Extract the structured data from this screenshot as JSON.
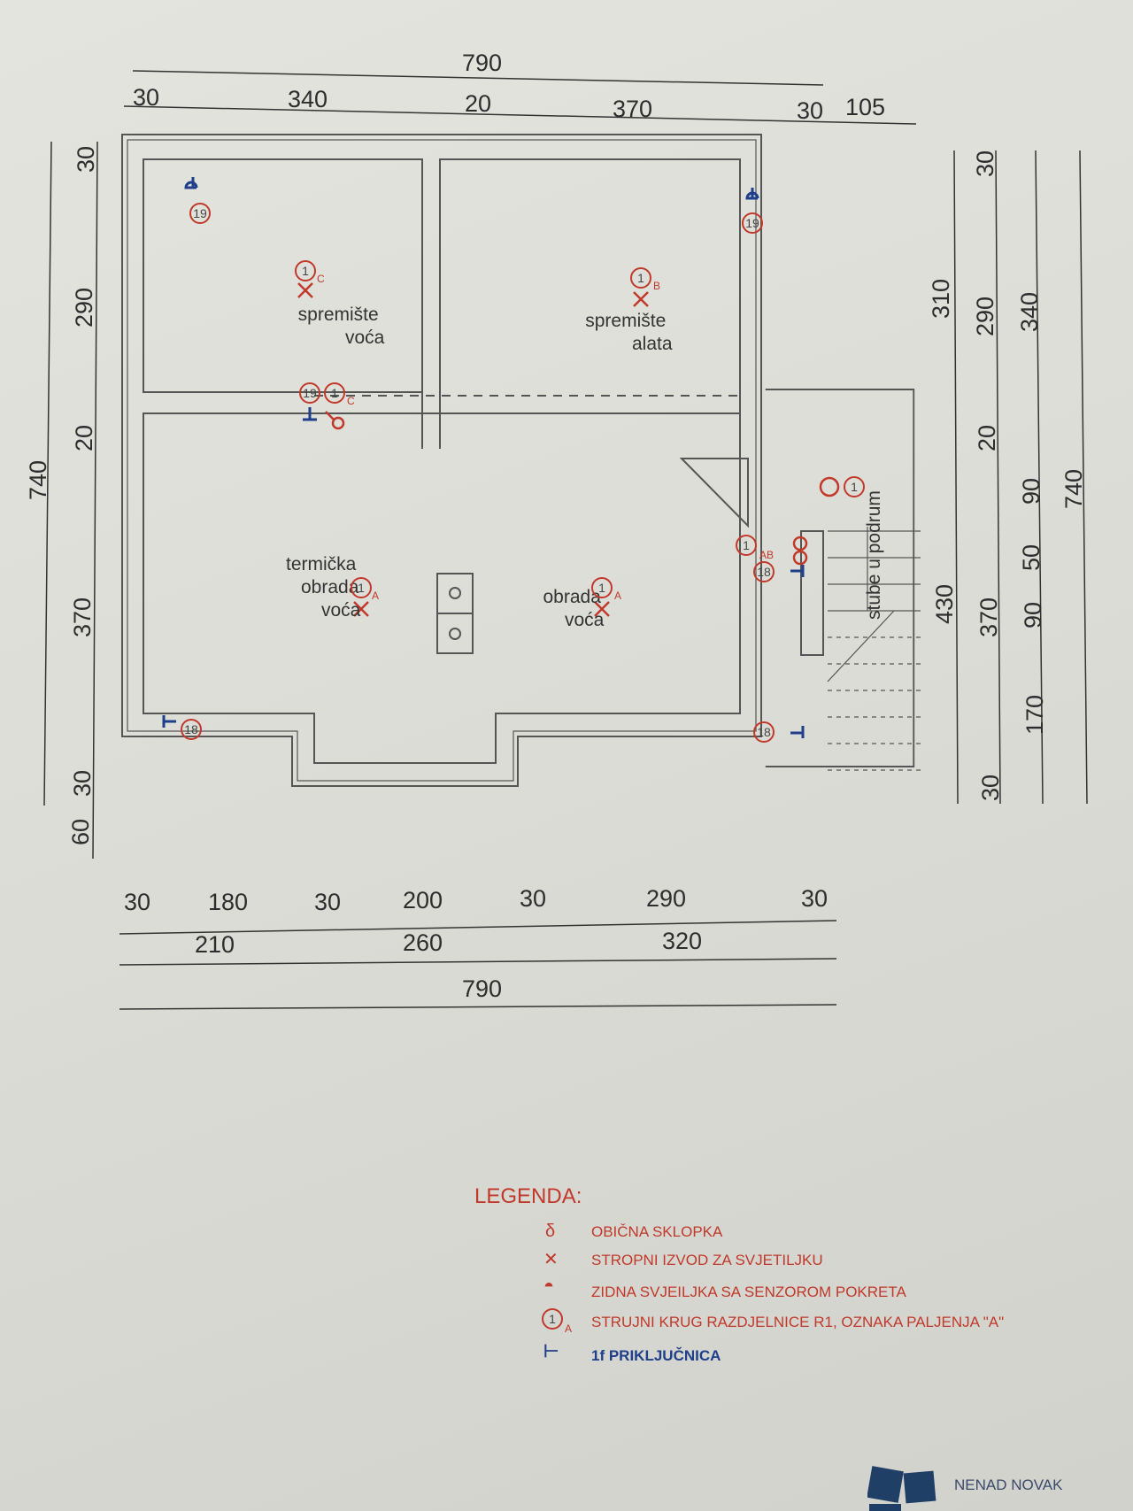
{
  "plan": {
    "top_dims": {
      "total": "790",
      "row": [
        "30",
        "340",
        "20",
        "370",
        "30",
        "105"
      ]
    },
    "bottom_dims": {
      "row1": [
        "30",
        "180",
        "30",
        "200",
        "30",
        "290",
        "30"
      ],
      "row2": [
        "210",
        "260",
        "320"
      ],
      "total": "790"
    },
    "left_dims": {
      "total": "740",
      "row": [
        "30",
        "290",
        "20",
        "370",
        "30",
        "60"
      ]
    },
    "right_dims": {
      "col1": [
        "310",
        "430"
      ],
      "col2": [
        "30",
        "290",
        "20",
        "370",
        "30"
      ],
      "col3": [
        "340",
        "90",
        "50",
        "90",
        "170"
      ],
      "col4": [
        "740"
      ]
    },
    "rooms": [
      {
        "name_line1": "spremište",
        "name_line2": "voća",
        "circuit": "1",
        "tag": "C"
      },
      {
        "name_line1": "spremište",
        "name_line2": "alata",
        "circuit": "1",
        "tag": "B"
      },
      {
        "name_line1": "termička",
        "name_line2": "obrada",
        "name_line3": "voća",
        "circuit": "1",
        "tag": "A"
      },
      {
        "name_line1": "obrada",
        "name_line2": "voća",
        "circuit": "1",
        "tag": "A"
      }
    ],
    "stairs_label": "stube u podrum",
    "sockets": [
      "19",
      "19",
      "19",
      "18",
      "18",
      "18"
    ],
    "switch_circuits": [
      {
        "circuit": "1",
        "tag": "C"
      },
      {
        "circuit": "1",
        "tag": "AB"
      },
      {
        "circuit": "1"
      }
    ]
  },
  "legend": {
    "title": "LEGENDA:",
    "items": [
      {
        "icon": "switch-icon",
        "label": "OBIČNA SKLOPKA"
      },
      {
        "icon": "ceiling-light-icon",
        "label": "STROPNI IZVOD ZA SVJETILJKU"
      },
      {
        "icon": "sensor-wall-light-icon",
        "label": "ZIDNA SVJEILJKA SA SENZOROM POKRETA"
      },
      {
        "icon": "circuit-marker-icon",
        "label": "STRUJNI KRUG RAZDJELNICE R1, OZNAKA PALJENJA \"A\"",
        "marker_num": "1",
        "marker_tag": "A"
      },
      {
        "icon": "socket-icon",
        "label": "1f PRIKLJUČNICA"
      }
    ]
  },
  "author": {
    "name": "NENAD NOVAK"
  },
  "colors": {
    "red": "#c0392b",
    "blue": "#1f3f8a",
    "line": "#555555"
  }
}
